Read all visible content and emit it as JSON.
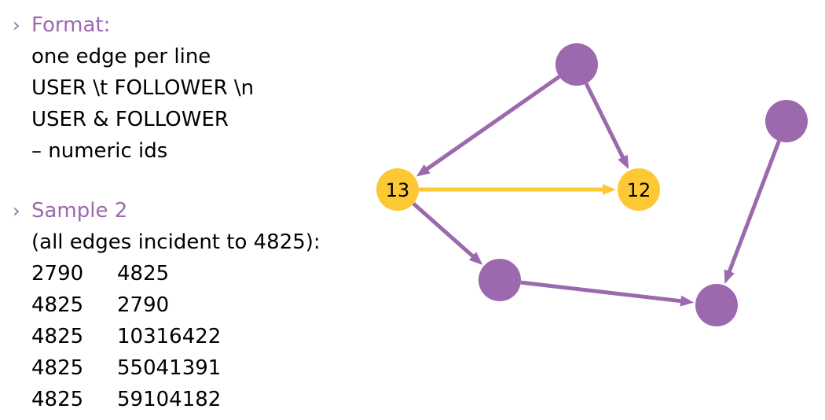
{
  "colors": {
    "accent": "#9c68ae",
    "highlight": "#fcc934",
    "text": "#000000"
  },
  "format_section": {
    "bullet": "›",
    "title": "Format:",
    "lines": [
      "one edge per line",
      "USER \\t FOLLOWER \\n",
      "USER & FOLLOWER",
      "– numeric ids"
    ]
  },
  "sample_section": {
    "bullet": "›",
    "title": "Sample 2",
    "subtitle": "(all edges incident to 4825):",
    "rows": [
      [
        "2790",
        "4825"
      ],
      [
        "4825",
        "2790"
      ],
      [
        "4825",
        "10316422"
      ],
      [
        "4825",
        "55041391"
      ],
      [
        "4825",
        "59104182"
      ]
    ]
  },
  "graph": {
    "nodes": [
      {
        "id": "top",
        "label": ""
      },
      {
        "id": "right",
        "label": ""
      },
      {
        "id": "n13",
        "label": "13",
        "highlight": true
      },
      {
        "id": "n12",
        "label": "12",
        "highlight": true
      },
      {
        "id": "mid",
        "label": ""
      },
      {
        "id": "bottom",
        "label": ""
      }
    ],
    "edges": [
      {
        "from": "top",
        "to": "n13"
      },
      {
        "from": "top",
        "to": "n12"
      },
      {
        "from": "n13",
        "to": "n12",
        "highlight": true
      },
      {
        "from": "n13",
        "to": "mid"
      },
      {
        "from": "mid",
        "to": "bottom"
      },
      {
        "from": "right",
        "to": "bottom"
      }
    ]
  }
}
